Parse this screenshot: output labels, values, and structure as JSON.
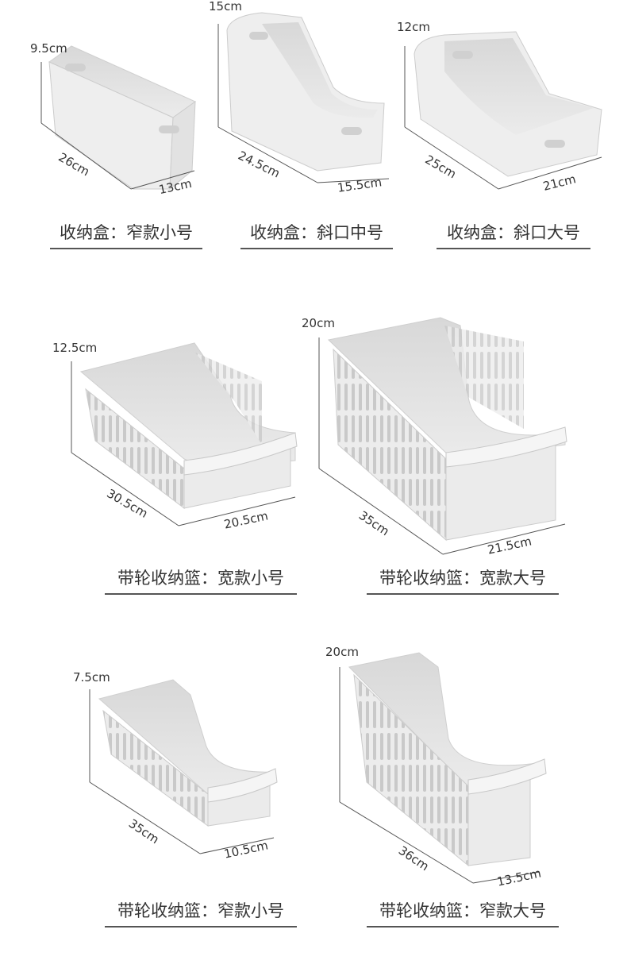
{
  "products": [
    {
      "caption": "收纳盒：窄款小号",
      "height": "9.5cm",
      "depth": "26cm",
      "width": "13cm"
    },
    {
      "caption": "收纳盒：斜口中号",
      "height": "15cm",
      "depth": "24.5cm",
      "width": "15.5cm"
    },
    {
      "caption": "收纳盒：斜口大号",
      "height": "12cm",
      "depth": "25cm",
      "width": "21cm"
    },
    {
      "caption": "带轮收纳篮：宽款小号",
      "height": "12.5cm",
      "depth": "30.5cm",
      "width": "20.5cm"
    },
    {
      "caption": "带轮收纳篮：宽款大号",
      "height": "20cm",
      "depth": "35cm",
      "width": "21.5cm"
    },
    {
      "caption": "带轮收纳篮：窄款小号",
      "height": "7.5cm",
      "depth": "35cm",
      "width": "10.5cm"
    },
    {
      "caption": "带轮收纳篮：窄款大号",
      "height": "20cm",
      "depth": "36cm",
      "width": "13.5cm"
    }
  ],
  "colors": {
    "plastic": "#f2f2f2",
    "shade": "#d9d9d9",
    "line": "#555555",
    "text": "#333333"
  }
}
